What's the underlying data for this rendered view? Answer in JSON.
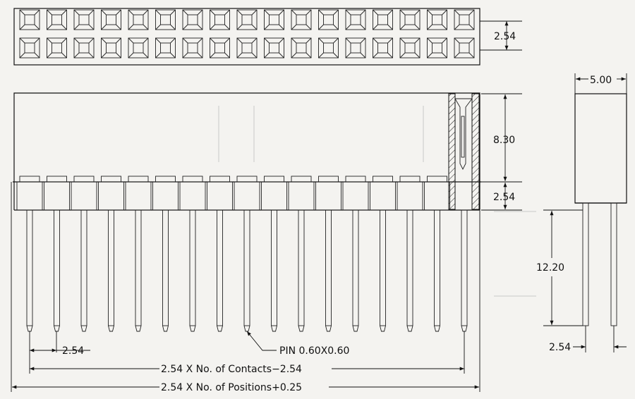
{
  "drawing": {
    "contacts_per_row": 17,
    "top_view": {
      "row_pitch_label": "2.54"
    },
    "front_view": {
      "body_height_label": "8.30",
      "base_height_label": "2.54",
      "pin_pitch_label": "2.54",
      "pin_callout": "PIN 0.60X0.60",
      "contacts_formula": "2.54 X No. of Contacts−2.54",
      "positions_formula": "2.54 X No. of Positions+0.25"
    },
    "side_view": {
      "width_label": "5.00",
      "pin_length_label": "12.20",
      "pin_pitch_label": "2.54"
    }
  }
}
